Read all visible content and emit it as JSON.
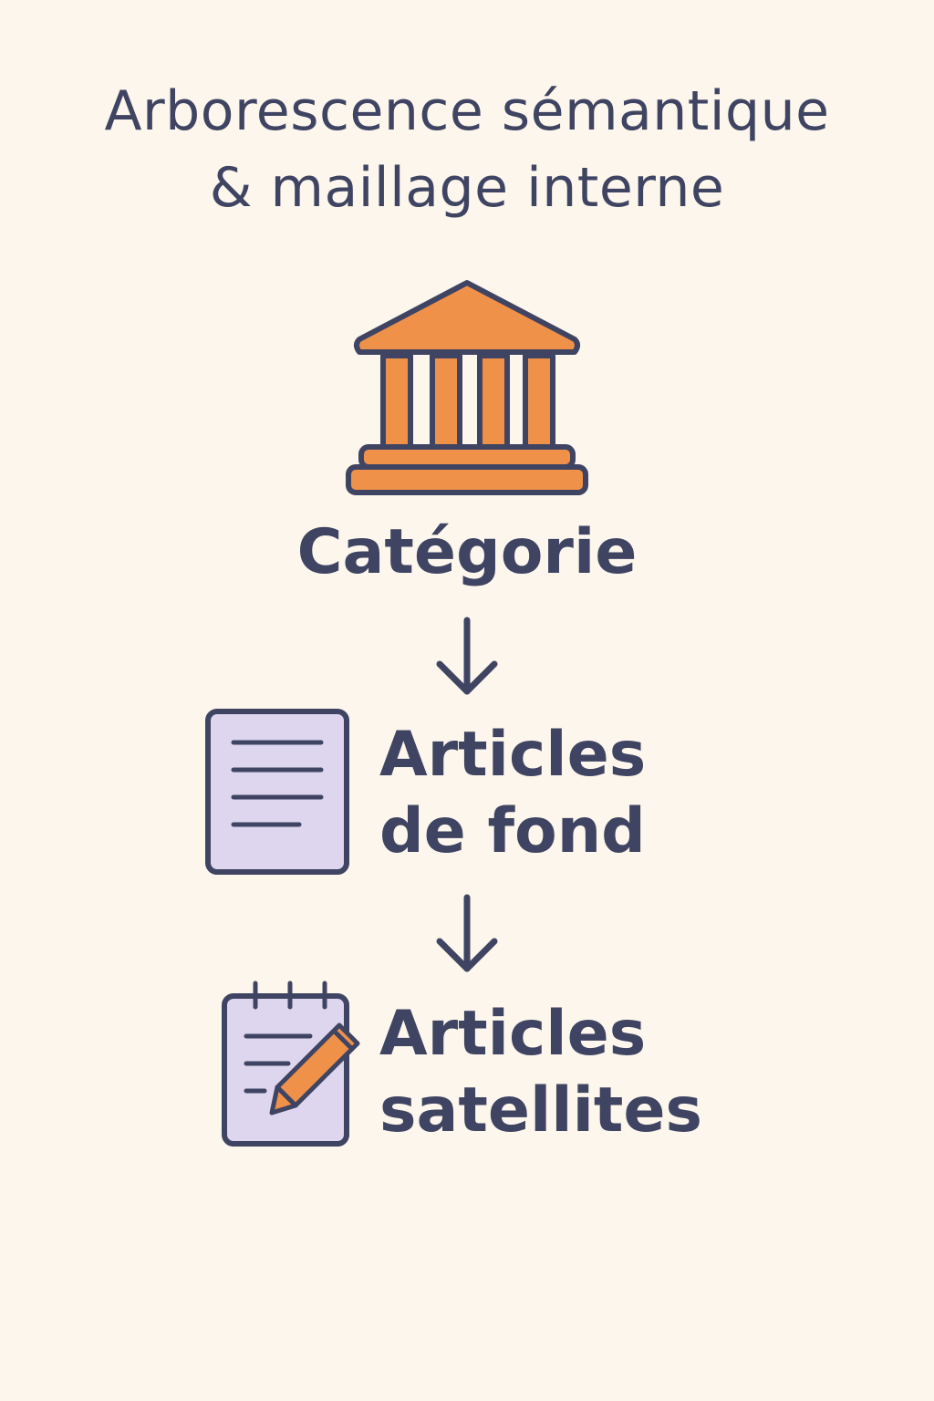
{
  "title": {
    "line1": "Arborescence sémantique",
    "line2": "& maillage interne"
  },
  "nodes": [
    {
      "line1": "Catégorie",
      "icon": "building-icon"
    },
    {
      "line1": "Articles",
      "line2": "de fond",
      "icon": "document-icon"
    },
    {
      "line1": "Articles",
      "line2": "satellites",
      "icon": "notepad-pencil-icon"
    }
  ],
  "colors": {
    "background": "#fdf6ec",
    "text": "#3f4462",
    "accent_orange": "#f0914a",
    "accent_lavender": "#ddd6ee"
  }
}
